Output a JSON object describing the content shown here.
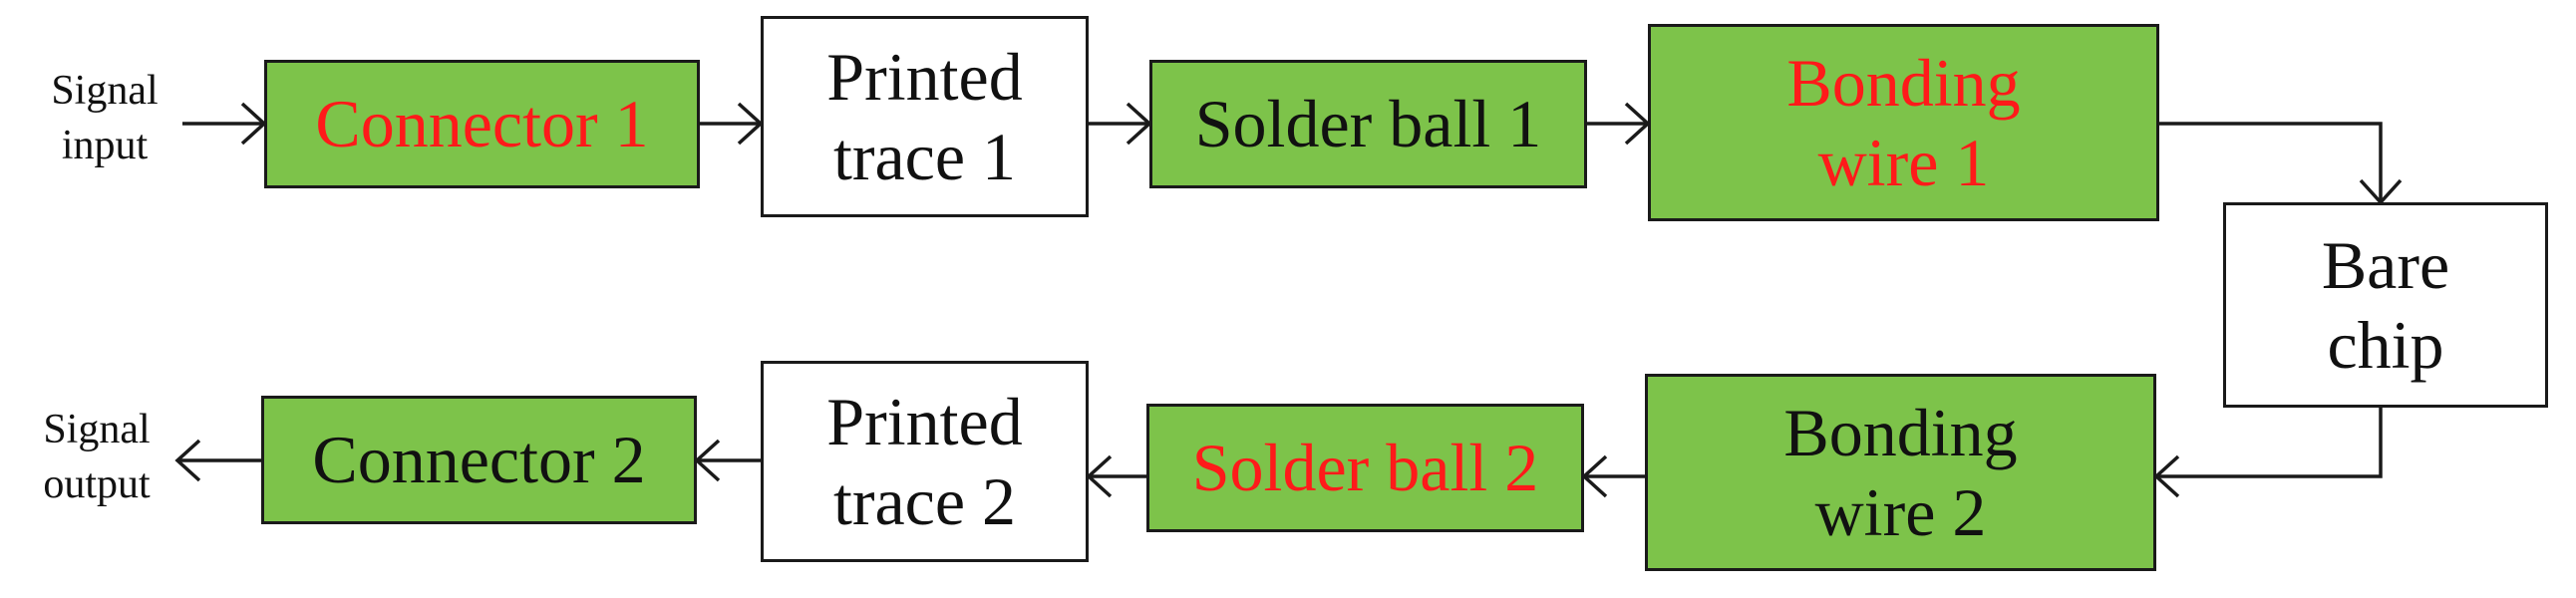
{
  "colors": {
    "green_fill": "#7dc34a",
    "white_fill": "#ffffff",
    "highlight_text": "#ff1a1a",
    "normal_text": "#111111",
    "line": "#1a1a1a"
  },
  "io": {
    "input": "Signal\ninput",
    "output": "Signal\noutput"
  },
  "nodes": {
    "connector_1": "Connector 1",
    "printed_trace_1": "Printed\ntrace 1",
    "solder_ball_1": "Solder ball 1",
    "bonding_wire_1": "Bonding\nwire 1",
    "bare_chip": "Bare\nchip",
    "bonding_wire_2": "Bonding\nwire 2",
    "solder_ball_2": "Solder ball 2",
    "printed_trace_2": "Printed\ntrace 2",
    "connector_2": "Connector 2"
  }
}
